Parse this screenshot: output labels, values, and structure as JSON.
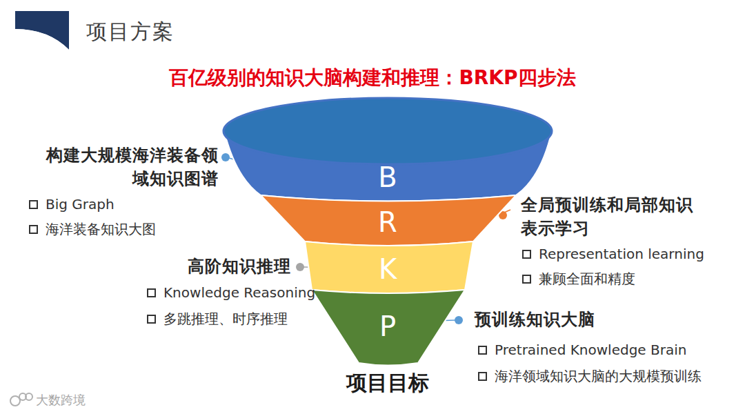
{
  "diagram": {
    "title": "百亿级别的知识大脑构建和推理：BRKP四步法",
    "nodes": [
      {
        "text": [
          "B"
        ]
      },
      {
        "text": [
          "R"
        ]
      },
      {
        "text": [
          "K"
        ]
      },
      {
        "text": [
          "P"
        ]
      }
    ],
    "labels": [
      "项目方案",
      "构建大规模海洋装备领 域知识图谱",
      "Big Graph",
      "海洋装备知识大图",
      "全局预训练和局部知识 表示学习",
      "Representation learning",
      "兼顾全面和精度",
      "高阶知识推理",
      "Knowledge Reasoning",
      "多跳推理、时序推理",
      "预训练知识大脑",
      "Pretrained Knowledge Brain",
      "海洋领域知识大脑的大规模预训练",
      "项目目标",
      "大数跨境"
    ]
  }
}
